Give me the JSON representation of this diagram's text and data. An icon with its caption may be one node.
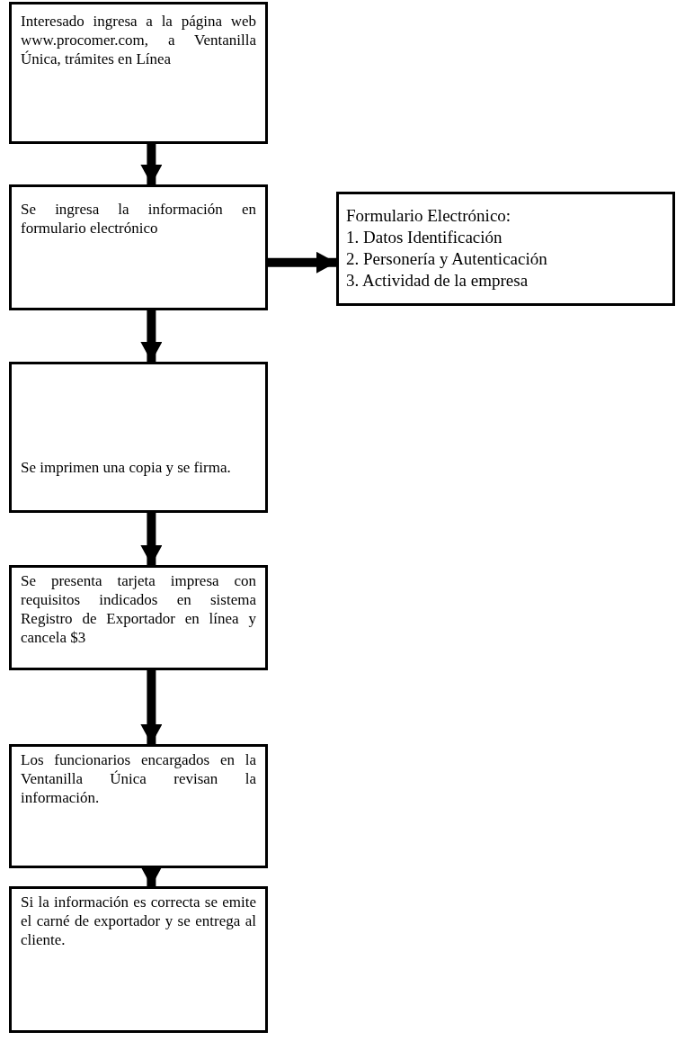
{
  "diagram": {
    "nodes": [
      {
        "text": [
          "Interesado ingresa  a la página web www.procomer.com, a Ventanilla Única, trámites en Línea"
        ]
      },
      {
        "text": [
          "Se ingresa la información en formulario electrónico"
        ]
      },
      {
        "text": [
          "Se imprimen una copia y se firma."
        ]
      },
      {
        "text": [
          "Se presenta tarjeta impresa con requisitos indicados en sistema Registro de Exportador en línea y cancela $3"
        ]
      },
      {
        "text": [
          "Los funcionarios encargados en la Ventanilla Única revisan la información."
        ]
      },
      {
        "text": [
          "Si la información es correcta se emite el carné de exportador y se entrega al cliente."
        ]
      },
      {
        "text": [
          "Formulario Electrónico:",
          "1. Datos Identificación",
          "2. Personería y Autenticación",
          "3. Actividad de la empresa"
        ]
      }
    ],
    "edges": [
      {
        "from": 0,
        "to": 1,
        "arrow": "to"
      },
      {
        "from": 1,
        "to": 2,
        "arrow": "to"
      },
      {
        "from": 2,
        "to": 3,
        "arrow": "to"
      },
      {
        "from": 3,
        "to": 4,
        "arrow": "to"
      },
      {
        "from": 4,
        "to": 5,
        "arrow": "to"
      },
      {
        "from": 1,
        "to": 6,
        "arrow": "to"
      }
    ]
  }
}
